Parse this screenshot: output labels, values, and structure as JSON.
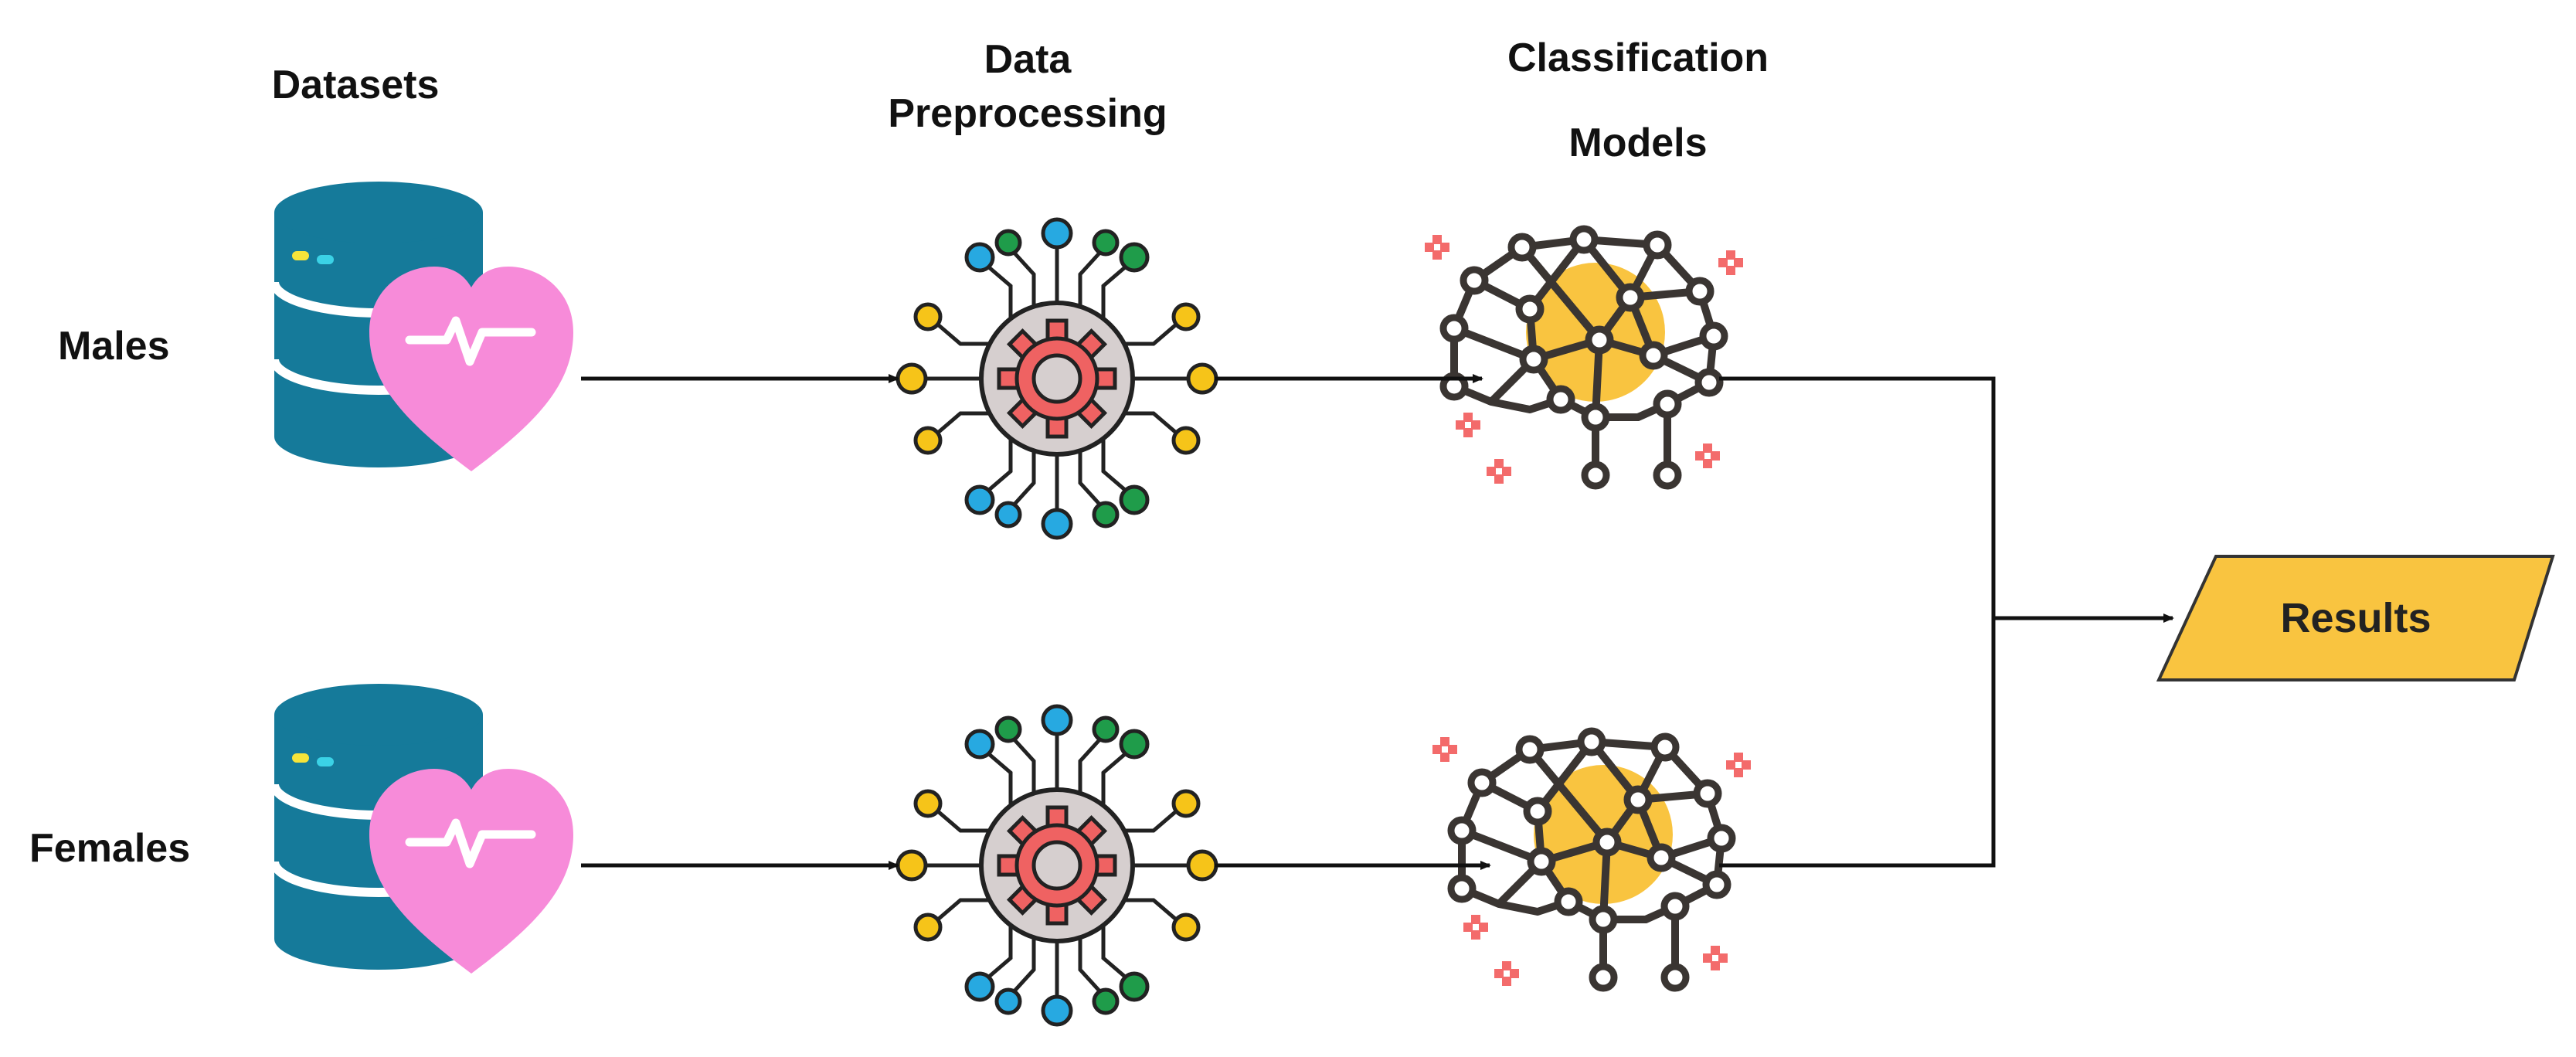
{
  "headers": {
    "datasets": "Datasets",
    "preprocessing_line1": "Data",
    "preprocessing_line2": "Preprocessing",
    "models_line1": "Classification",
    "models_line2": "Models"
  },
  "rows": [
    {
      "label": "Males"
    },
    {
      "label": "Females"
    }
  ],
  "output": {
    "label": "Results"
  },
  "icons": {
    "dataset": "database-heart-icon",
    "preprocessing": "gear-circuit-icon",
    "model": "neural-brain-icon"
  },
  "colors": {
    "database": "#157a9a",
    "database_dark": "#0e5f79",
    "heart": "#f78bd9",
    "gear": "#ef6262",
    "gear_hub": "#d6cfcf",
    "node_blue": "#27a9e1",
    "node_green": "#1f9c4a",
    "node_yellow": "#f6c419",
    "brain_line": "#3a3532",
    "brain_glow": "#f9c440",
    "sparkle": "#f36b6b",
    "results_fill": "#f9c440",
    "arrow": "#111111"
  }
}
